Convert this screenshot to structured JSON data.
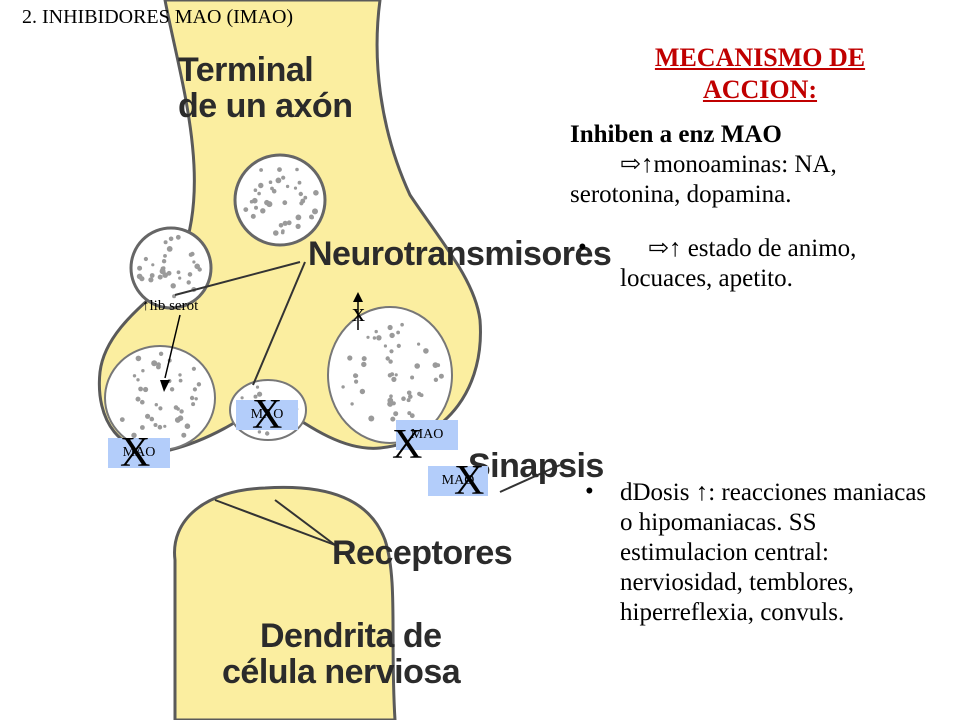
{
  "slide": {
    "title": "2. INHIBIDORES MAO (IMAO)",
    "heading": "MECANISMO DE ACCION:",
    "lead_bold": "Inhiben a enz MAO",
    "lead_rest": "monoaminas: NA, serotonina, dopamina.",
    "bullet1_rest": "estado de animo, locuaces, apetito.",
    "bullet2_lead": " dDosis ",
    "bullet2_rest": ": reacciones maniacas o hipomaniacas. SS estimulacion central: nerviosidad, temblores, hiperreflexia, convuls.",
    "bullet_char": "•",
    "arrow_right_icon": "⇨",
    "arrow_up_icon": "↑"
  },
  "diagram": {
    "axon_label_line1": "Terminal",
    "axon_label_line2": "de un axón",
    "neuro_label": "Neurotransmisores",
    "synapse_label": "Sinapsis",
    "receptors_label": "Receptores",
    "dendrite_label_line1": "Dendrita de",
    "dendrite_label_line2": "célula nerviosa",
    "lib_serot_label": "↑lib serot",
    "mao_label": "MAO",
    "x_mark": "X",
    "x_small": "x",
    "colors": {
      "cell": "#fbeea0",
      "vesicle_fill": "#ffffff",
      "mao_box": "#b3cdfa",
      "heading": "#c00000"
    }
  }
}
